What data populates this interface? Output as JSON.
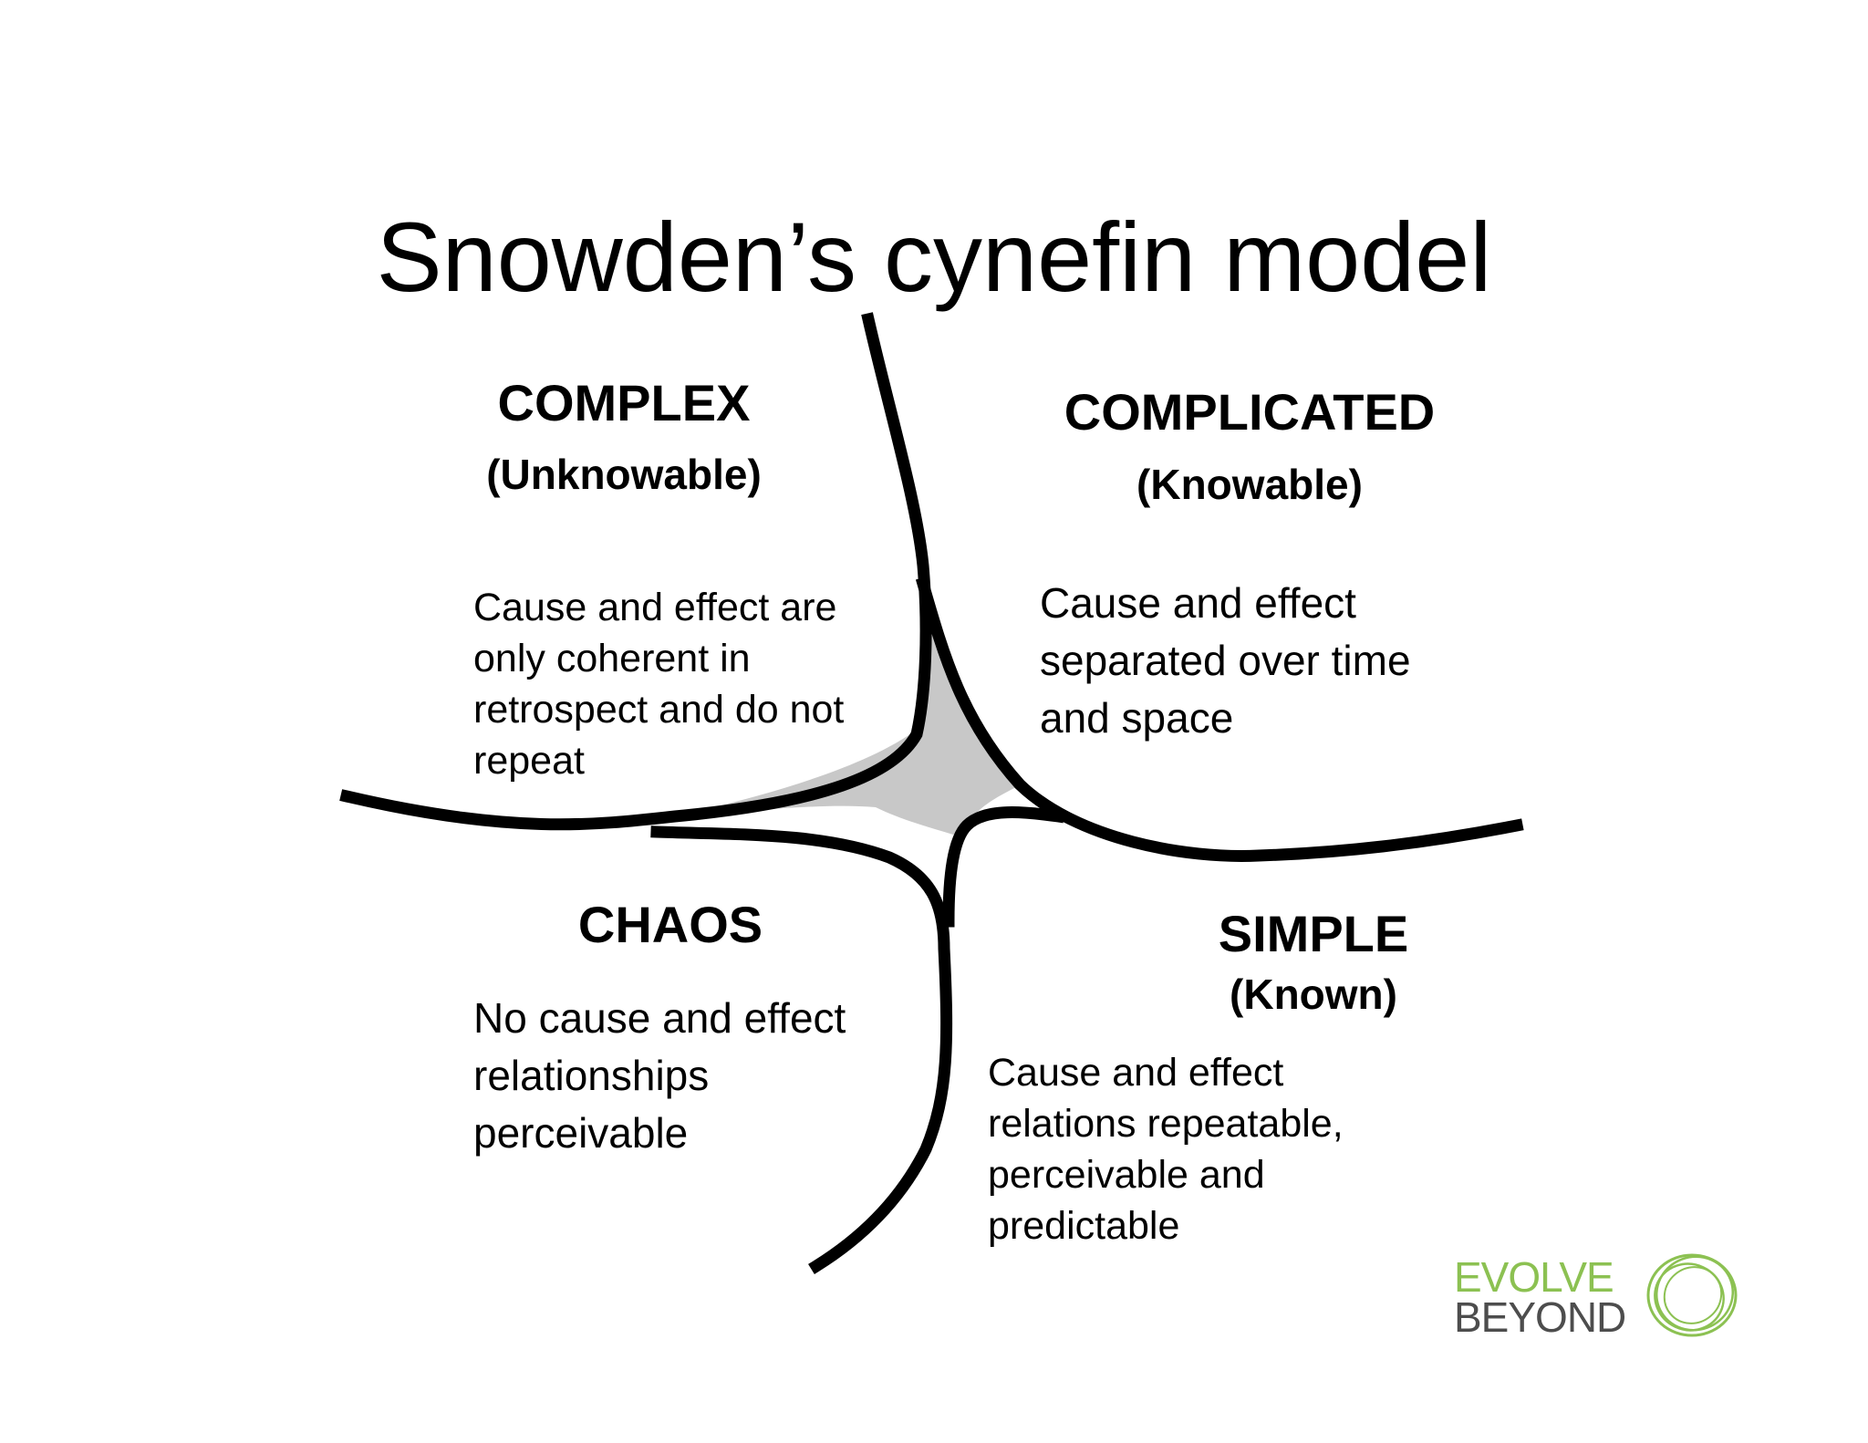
{
  "title": "Snowden’s cynefin model",
  "domains": {
    "complex": {
      "heading": "COMPLEX",
      "subheading": "(Unknowable)",
      "description": "Cause and effect are only coherent in retrospect and do not repeat"
    },
    "complicated": {
      "heading": "COMPLICATED",
      "subheading": "(Knowable)",
      "description": "Cause and effect separated over time and space"
    },
    "chaos": {
      "heading": "CHAOS",
      "description": "No cause and effect relationships perceivable"
    },
    "simple": {
      "heading": "SIMPLE",
      "subheading": "(Known)",
      "description": "Cause and effect relations repeatable, perceivable and predictable"
    }
  },
  "logo": {
    "line1": "EVOLVE",
    "line2": "BEYOND",
    "icon": "concentric-circles-icon"
  },
  "colors": {
    "line": "#000000",
    "center_fill": "#c8c8c8",
    "logo_green": "#8cc152",
    "logo_gray": "#4d4d4d"
  }
}
